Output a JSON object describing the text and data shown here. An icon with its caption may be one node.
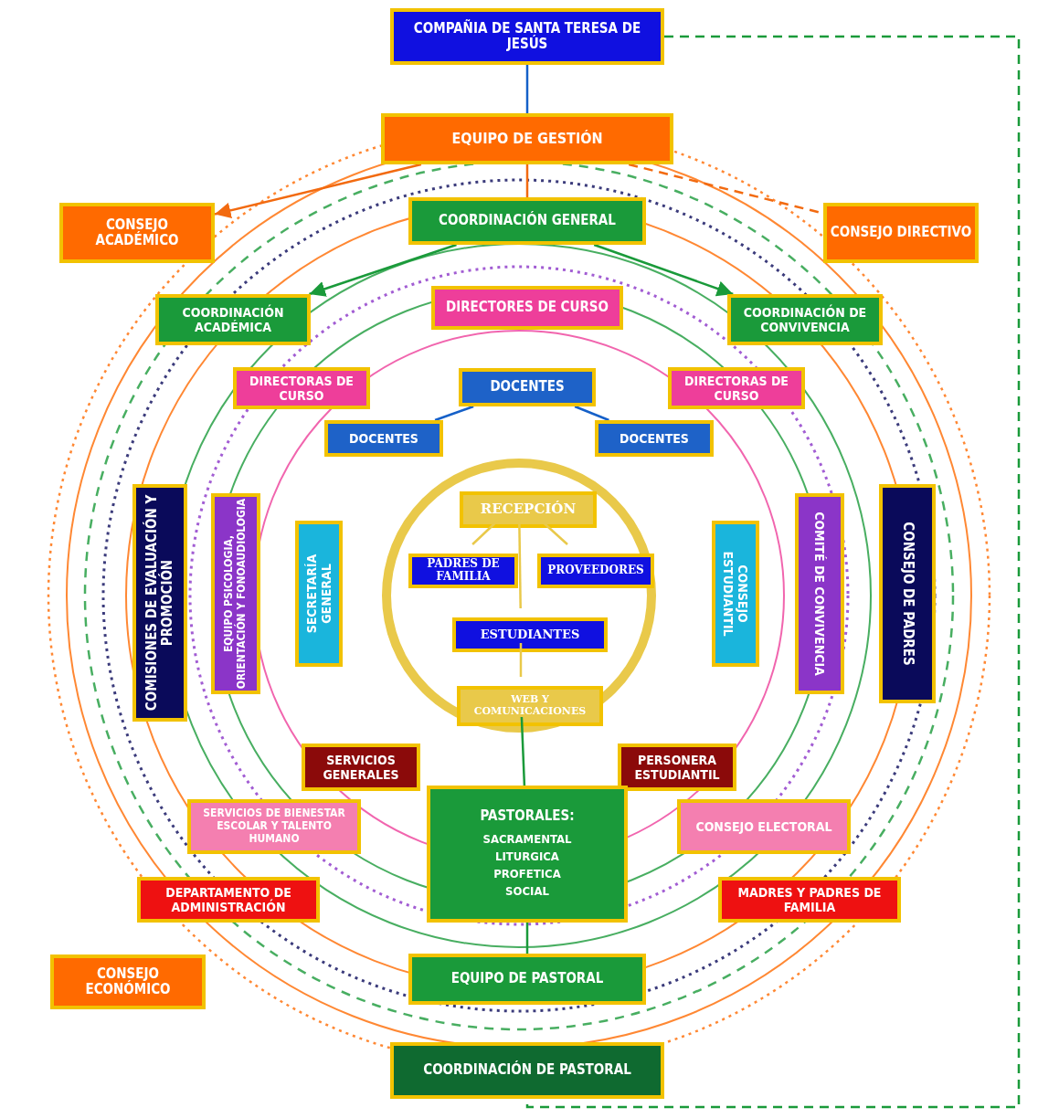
{
  "diagram": {
    "nodes": [
      {
        "text": [
          "COMPAÑIA DE SANTA TERESA DE JESÚS"
        ]
      },
      {
        "text": [
          "EQUIPO DE GESTIÓN"
        ]
      },
      {
        "text": [
          "CONSEJO ACADÉMICO"
        ]
      },
      {
        "text": [
          "CONSEJO DIRECTIVO"
        ]
      },
      {
        "text": [
          "COORDINACIÓN GENERAL"
        ]
      },
      {
        "text": [
          "COORDINACIÓN ACADÉMICA"
        ]
      },
      {
        "text": [
          "COORDINACIÓN DE CONVIVENCIA"
        ]
      },
      {
        "text": [
          "DIRECTORES DE CURSO"
        ]
      },
      {
        "text": [
          "DIRECTORAS DE CURSO"
        ]
      },
      {
        "text": [
          "DIRECTORAS DE CURSO"
        ]
      },
      {
        "text": [
          "DOCENTES"
        ]
      },
      {
        "text": [
          "DOCENTES"
        ]
      },
      {
        "text": [
          "DOCENTES"
        ]
      },
      {
        "text": [
          "COMISIONES DE EVALUACIÓN Y PROMOCIÓN"
        ]
      },
      {
        "text": [
          "EQUIPO PSICOLOGIA, ORIENTACIÓN Y FONOAUDIOLOGIA"
        ]
      },
      {
        "text": [
          "SECRETARÍA GENERAL"
        ]
      },
      {
        "text": [
          "CONSEJO ESTUDIANTIL"
        ]
      },
      {
        "text": [
          "COMITÉ DE CONVIVENCIA"
        ]
      },
      {
        "text": [
          "CONSEJO DE PADRES"
        ]
      },
      {
        "text": [],
        "shape": "circle"
      },
      {
        "text": [
          "RECEPCIÓN"
        ],
        "in": 19
      },
      {
        "text": [
          "PADRES DE FAMILIA"
        ],
        "in": 19
      },
      {
        "text": [
          "PROVEEDORES"
        ],
        "in": 19
      },
      {
        "text": [
          "ESTUDIANTES"
        ],
        "in": 19
      },
      {
        "text": [
          "WEB Y COMUNICACIONES"
        ],
        "in": 19
      },
      {
        "text": [
          "SERVICIOS GENERALES"
        ]
      },
      {
        "text": [
          "SERVICIOS DE BIENESTAR ESCOLAR Y TALENTO HUMANO"
        ]
      },
      {
        "text": [
          "PERSONERA ESTUDIANTIL"
        ]
      },
      {
        "text": [
          "CONSEJO ELECTORAL"
        ]
      },
      {
        "text": [
          "PASTORALES:",
          "SACRAMENTAL",
          "LITURGICA",
          "PROFETICA",
          "SOCIAL"
        ]
      },
      {
        "text": [
          "DEPARTAMENTO DE ADMINISTRACIÓN"
        ]
      },
      {
        "text": [
          "MADRES Y PADRES DE FAMILIA"
        ]
      },
      {
        "text": [
          "CONSEJO ECONÓMICO"
        ]
      },
      {
        "text": [
          "EQUIPO DE PASTORAL"
        ]
      },
      {
        "text": [
          "COORDINACIÓN DE PASTORAL"
        ]
      }
    ],
    "edges": [
      {
        "from": 0,
        "to": 1,
        "arrow": "none",
        "color": "#1560c8"
      },
      {
        "from": 1,
        "to": 2,
        "arrow": "to",
        "color": "#f26a10"
      },
      {
        "from": 1,
        "to": 3,
        "arrow": "none",
        "style": "dashed",
        "color": "#f26a10"
      },
      {
        "from": 1,
        "to": 4,
        "arrow": "none",
        "color": "#f26a10"
      },
      {
        "from": 4,
        "to": 5,
        "arrow": "to",
        "color": "#1a9a3a"
      },
      {
        "from": 4,
        "to": 6,
        "arrow": "to",
        "color": "#1a9a3a"
      },
      {
        "from": 0,
        "to": 34,
        "arrow": "none",
        "style": "dashed",
        "color": "#1a9a3a"
      },
      {
        "from": 10,
        "to": 11,
        "arrow": "none",
        "color": "#1560c8"
      },
      {
        "from": 10,
        "to": 12,
        "arrow": "none",
        "color": "#1560c8"
      },
      {
        "from": 20,
        "to": 21,
        "arrow": "none",
        "color": "#e9c94a"
      },
      {
        "from": 20,
        "to": 22,
        "arrow": "none",
        "color": "#e9c94a"
      },
      {
        "from": 20,
        "to": 23,
        "arrow": "none",
        "color": "#e9c94a"
      },
      {
        "from": 23,
        "to": 24,
        "arrow": "none",
        "color": "#e9c94a"
      },
      {
        "from": 24,
        "to": 29,
        "arrow": "none",
        "color": "#1a9a3a"
      },
      {
        "from": 29,
        "to": 33,
        "arrow": "none",
        "color": "#1a9a3a"
      }
    ]
  }
}
